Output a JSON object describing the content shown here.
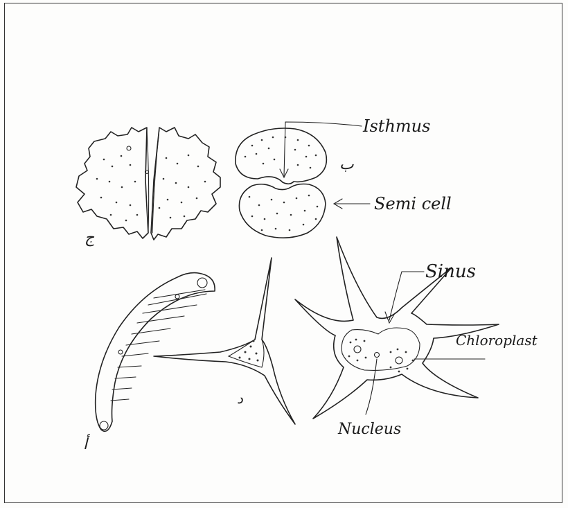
{
  "labels": {
    "isthmus": "Isthmus",
    "semi_cell": "Semi cell",
    "sinus": "Sinus",
    "chloroplast": "Chloroplast",
    "nucleus": "Nucleus"
  },
  "figure_letters": {
    "a": "أ",
    "b": "ب",
    "c": "ج",
    "d": "د"
  }
}
